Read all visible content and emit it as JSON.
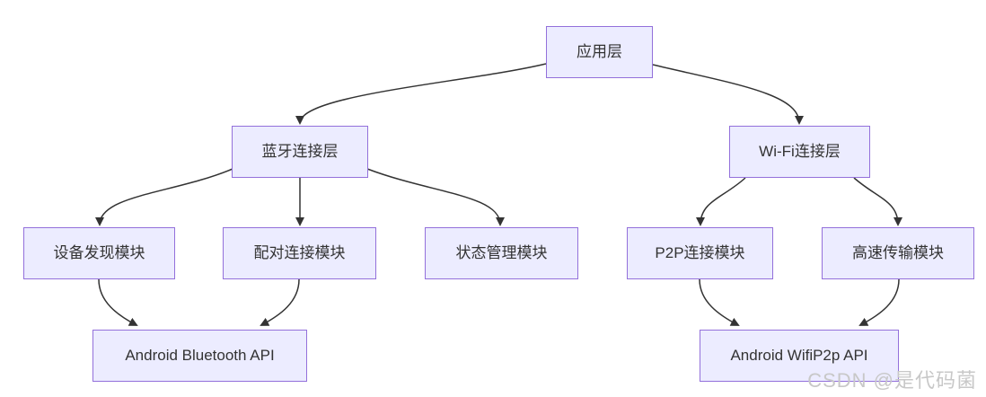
{
  "diagram": {
    "type": "flowchart",
    "nodes": {
      "app_layer": {
        "label": "应用层"
      },
      "bluetooth_layer": {
        "label": "蓝牙连接层"
      },
      "wifi_layer": {
        "label": "Wi-Fi连接层"
      },
      "device_discovery": {
        "label": "设备发现模块"
      },
      "pairing": {
        "label": "配对连接模块"
      },
      "state_mgmt": {
        "label": "状态管理模块"
      },
      "p2p": {
        "label": "P2P连接模块"
      },
      "high_speed": {
        "label": "高速传输模块"
      },
      "bt_api": {
        "label": "Android Bluetooth API"
      },
      "wifi_api": {
        "label": "Android WifiP2p API"
      }
    },
    "edges": [
      {
        "from": "app_layer",
        "to": "bluetooth_layer"
      },
      {
        "from": "app_layer",
        "to": "wifi_layer"
      },
      {
        "from": "bluetooth_layer",
        "to": "device_discovery"
      },
      {
        "from": "bluetooth_layer",
        "to": "pairing"
      },
      {
        "from": "bluetooth_layer",
        "to": "state_mgmt"
      },
      {
        "from": "wifi_layer",
        "to": "p2p"
      },
      {
        "from": "wifi_layer",
        "to": "high_speed"
      },
      {
        "from": "device_discovery",
        "to": "bt_api"
      },
      {
        "from": "pairing",
        "to": "bt_api"
      },
      {
        "from": "p2p",
        "to": "wifi_api"
      },
      {
        "from": "high_speed",
        "to": "wifi_api"
      }
    ],
    "colors": {
      "node_fill": "#ececff",
      "node_border": "#9370db",
      "edge_line": "#333333",
      "label_text": "#333333",
      "watermark_text": "#c8c8c8"
    }
  },
  "watermark": {
    "text": "CSDN @是代码菌"
  }
}
